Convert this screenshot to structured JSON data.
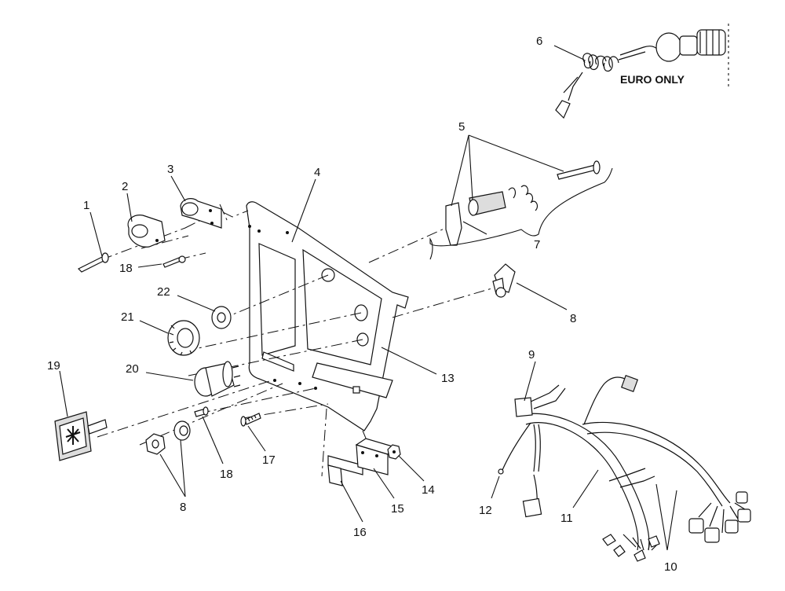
{
  "diagram": {
    "callouts": {
      "c1": "1",
      "c2": "2",
      "c3": "3",
      "c4": "4",
      "c5": "5",
      "c6": "6",
      "c7": "7",
      "c8a": "8",
      "c8b": "8",
      "c9": "9",
      "c10": "10",
      "c11": "11",
      "c12": "12",
      "c13": "13",
      "c14": "14",
      "c15": "15",
      "c16": "16",
      "c17": "17",
      "c18a": "18",
      "c18b": "18",
      "c19": "19",
      "c20": "20",
      "c21": "21",
      "c22": "22"
    },
    "euro_label": "EURO ONLY"
  }
}
